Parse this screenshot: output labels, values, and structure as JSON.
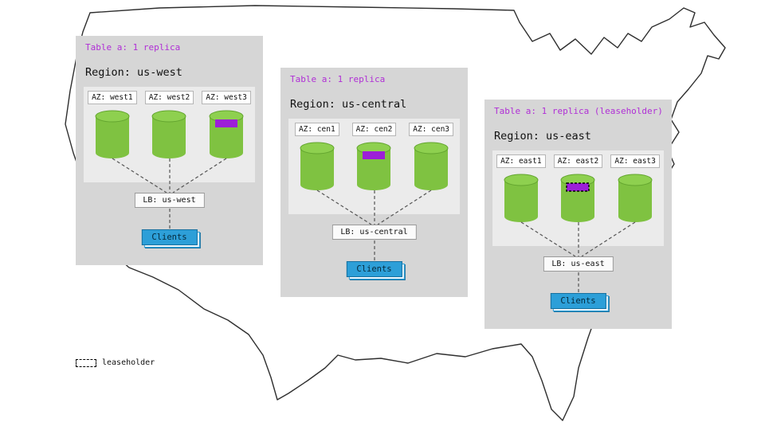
{
  "regions": [
    {
      "title": "Table a: 1 replica",
      "region": "Region: us-west",
      "azs": [
        {
          "label": "AZ: west1",
          "range": false,
          "leaseholder": false
        },
        {
          "label": "AZ: west2",
          "range": false,
          "leaseholder": false
        },
        {
          "label": "AZ: west3",
          "range": true,
          "leaseholder": false
        }
      ],
      "lb": "LB: us-west",
      "clients": "Clients"
    },
    {
      "title": "Table a: 1 replica",
      "region": "Region: us-central",
      "azs": [
        {
          "label": "AZ: cen1",
          "range": false,
          "leaseholder": false
        },
        {
          "label": "AZ: cen2",
          "range": true,
          "leaseholder": false
        },
        {
          "label": "AZ: cen3",
          "range": false,
          "leaseholder": false
        }
      ],
      "lb": "LB: us-central",
      "clients": "Clients"
    },
    {
      "title": "Table a: 1 replica (leaseholder)",
      "region": "Region: us-east",
      "azs": [
        {
          "label": "AZ: east1",
          "range": false,
          "leaseholder": false
        },
        {
          "label": "AZ: east2",
          "range": true,
          "leaseholder": true
        },
        {
          "label": "AZ: east3",
          "range": false,
          "leaseholder": false
        }
      ],
      "lb": "LB: us-east",
      "clients": "Clients"
    }
  ],
  "legend": {
    "label": "leaseholder"
  },
  "colors": {
    "replica_green": "#7fc241",
    "range_purple": "#9c1fd8",
    "title_purple": "#b02fd6",
    "clients_blue": "#2d9fd8",
    "card_gray": "#d6d6d6",
    "panel_gray": "#ebebeb"
  }
}
